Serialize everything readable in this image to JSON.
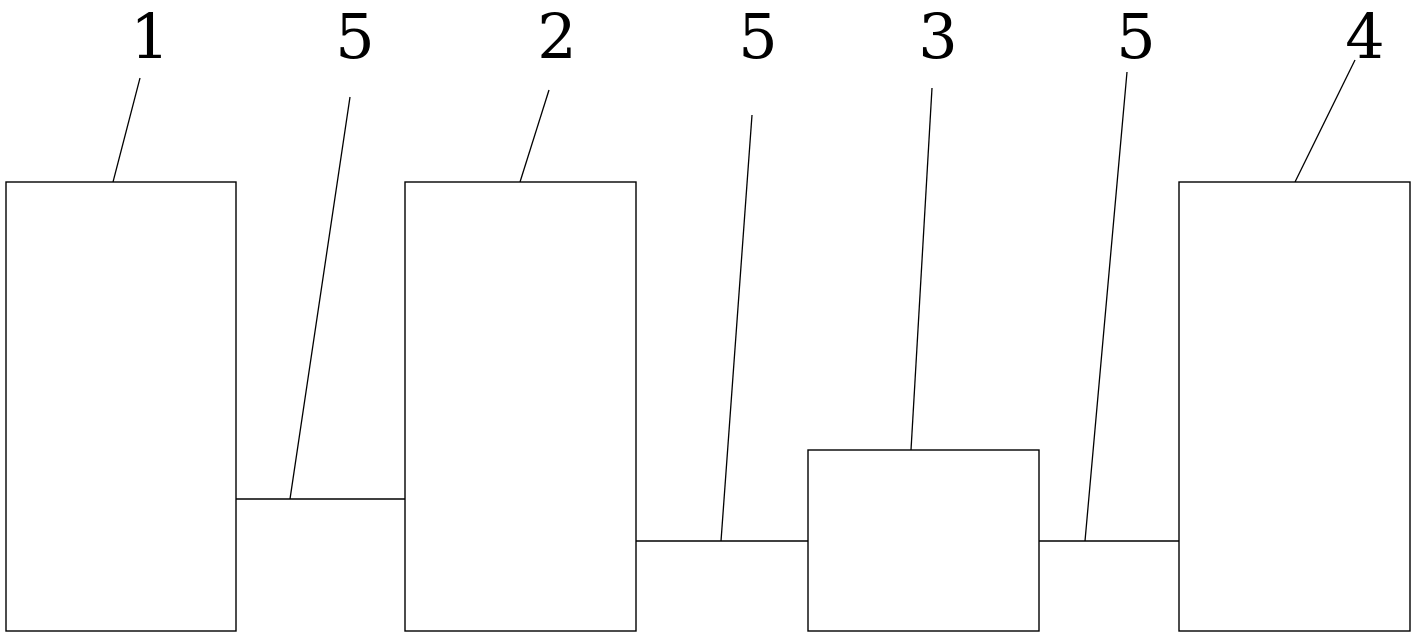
{
  "diagram": {
    "labels": {
      "box1": "1",
      "box2": "2",
      "box3": "3",
      "box4": "4",
      "link1": "5",
      "link2": "5",
      "link3": "5"
    }
  }
}
